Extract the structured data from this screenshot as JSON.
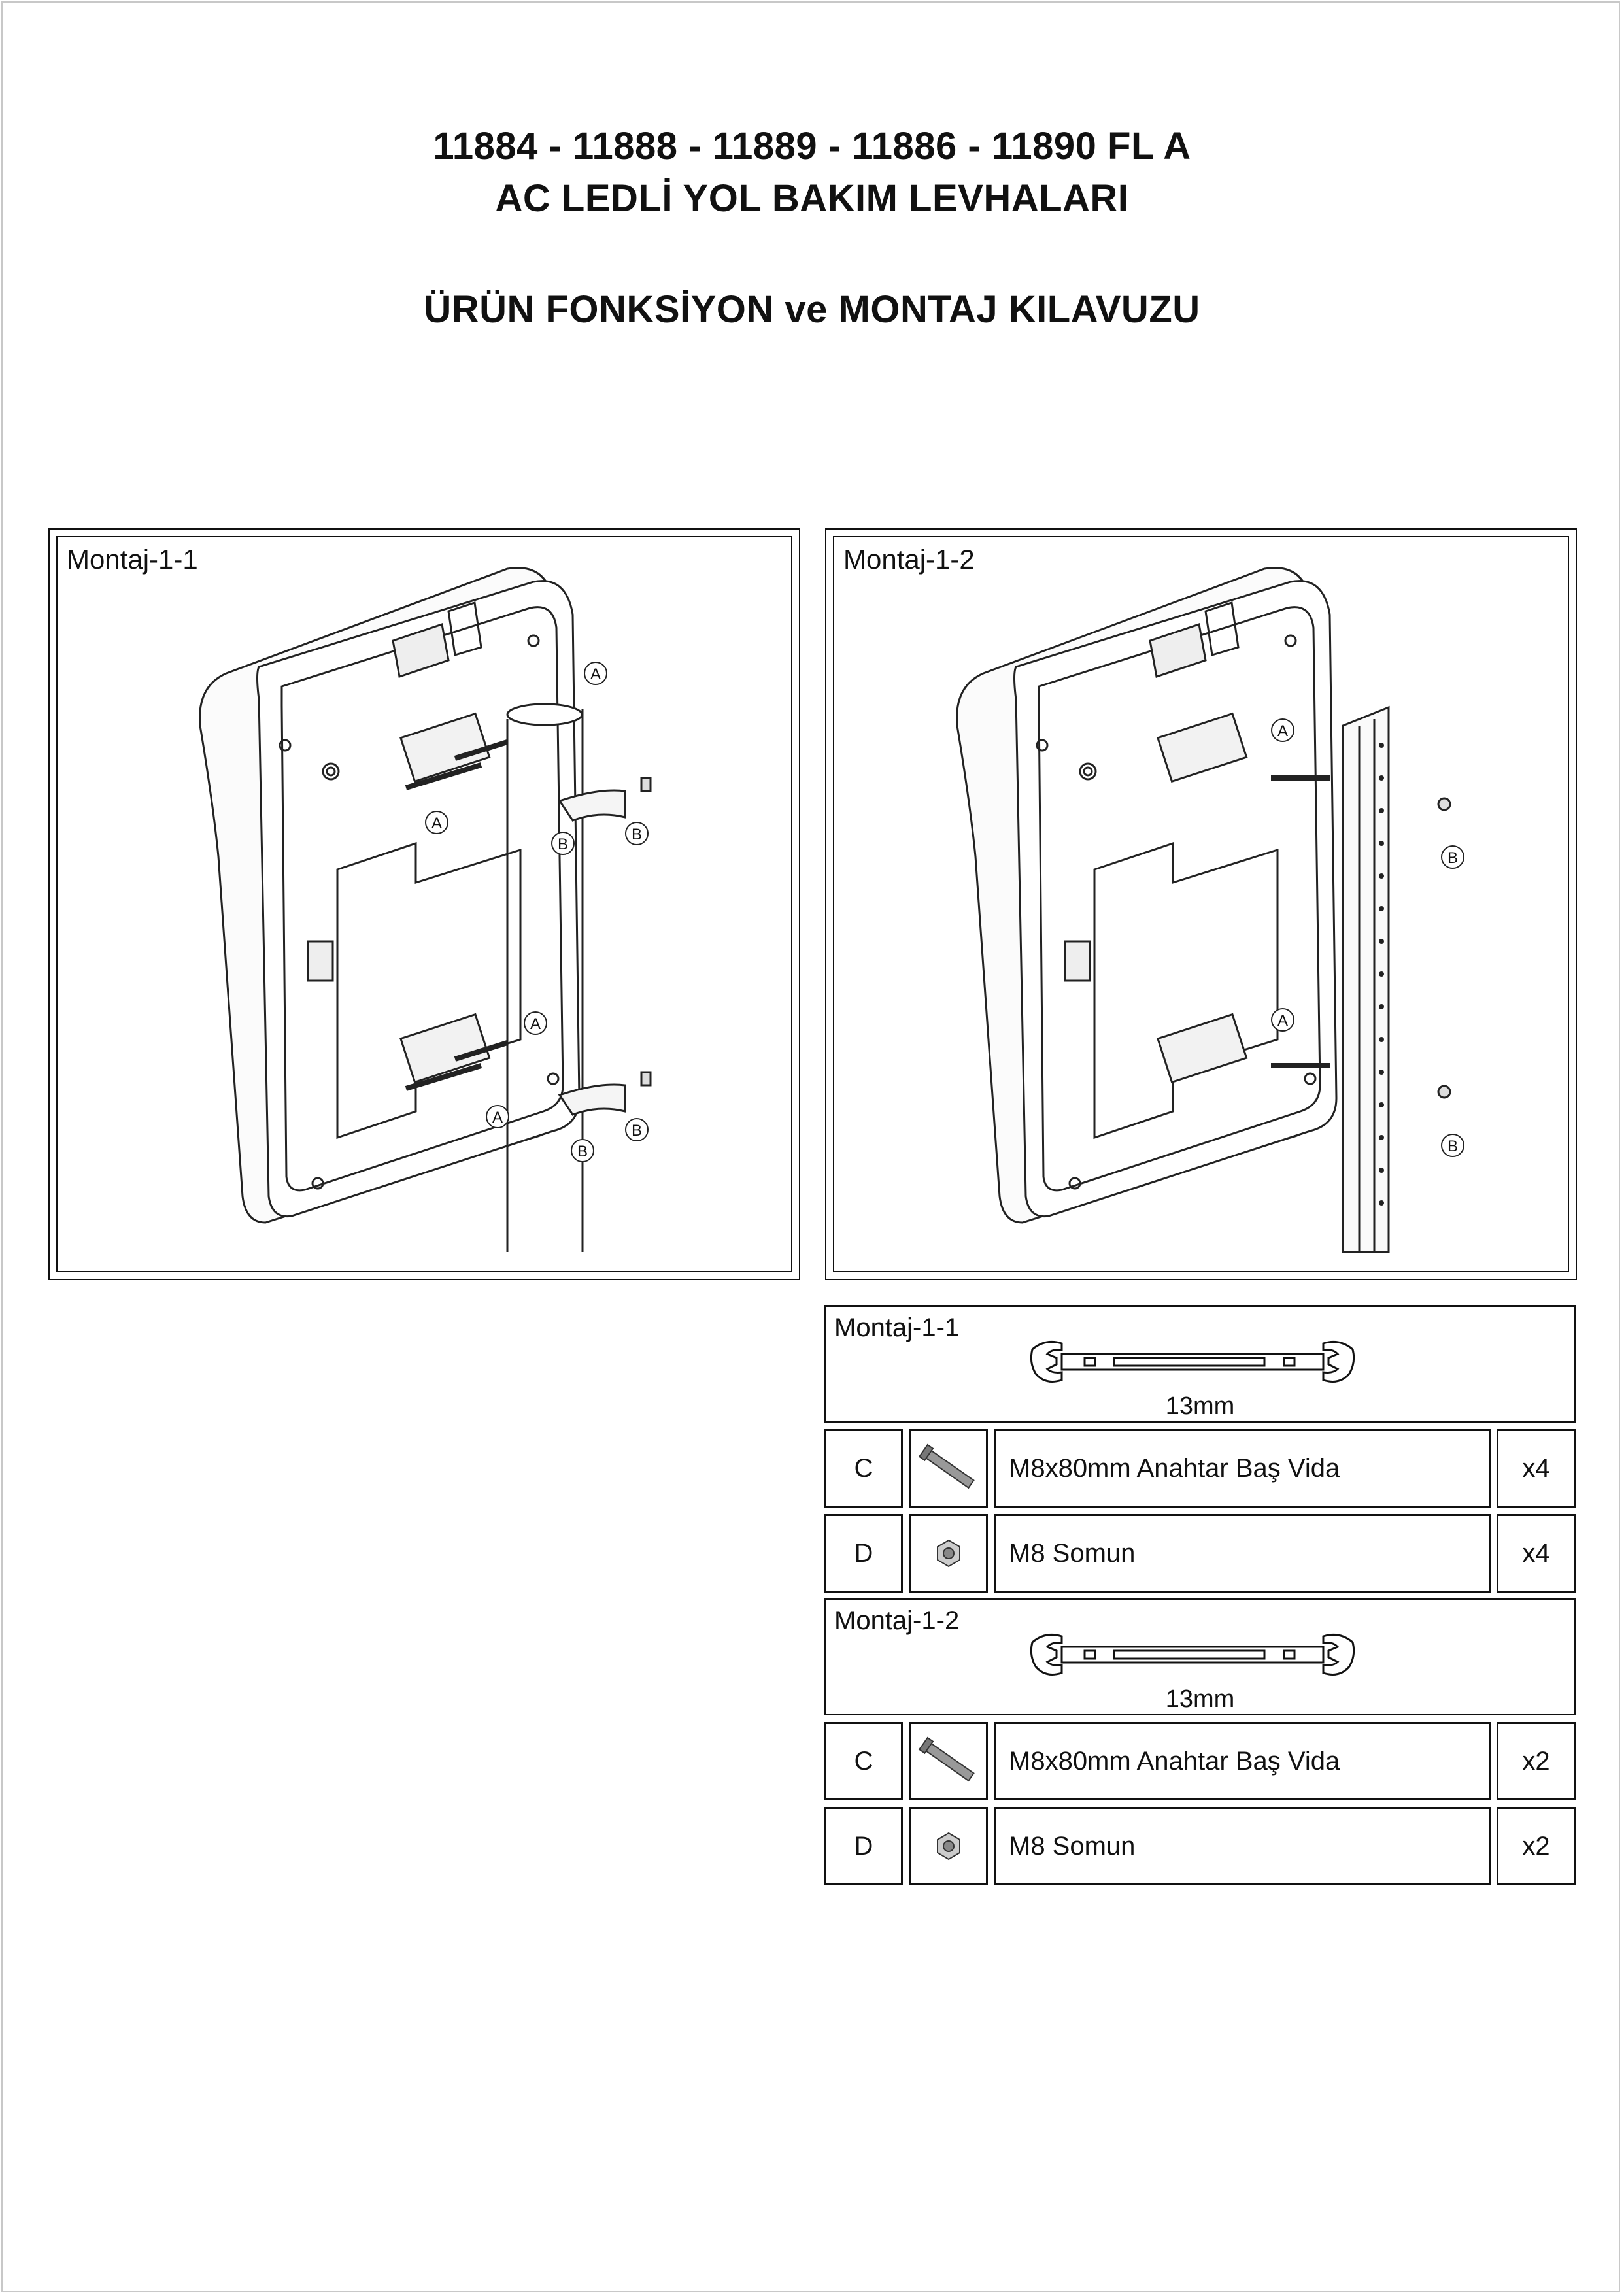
{
  "header": {
    "line1": "11884 - 11888 - 11889 - 11886 - 11890 FL A",
    "line2": "AC LEDLİ YOL BAKIM LEVHALARI",
    "line3": "ÜRÜN FONKSİYON ve MONTAJ KILAVUZU"
  },
  "figures": [
    {
      "label": "Montaj-1-1",
      "callouts": [
        "A",
        "A",
        "A",
        "A",
        "B",
        "B",
        "B",
        "B"
      ]
    },
    {
      "label": "Montaj-1-2",
      "callouts": [
        "A",
        "A",
        "B",
        "B"
      ]
    }
  ],
  "parts_sections": [
    {
      "label": "Montaj-1-1",
      "tool": "13mm",
      "tool_icon": "open-end-wrench-icon",
      "rows": [
        {
          "code": "C",
          "icon": "bolt-icon",
          "description": "M8x80mm Anahtar Baş Vida",
          "qty": "x4"
        },
        {
          "code": "D",
          "icon": "nut-icon",
          "description": "M8 Somun",
          "qty": "x4"
        }
      ]
    },
    {
      "label": "Montaj-1-2",
      "tool": "13mm",
      "tool_icon": "open-end-wrench-icon",
      "rows": [
        {
          "code": "C",
          "icon": "bolt-icon",
          "description": "M8x80mm Anahtar Baş Vida",
          "qty": "x2"
        },
        {
          "code": "D",
          "icon": "nut-icon",
          "description": "M8 Somun",
          "qty": "x2"
        }
      ]
    }
  ]
}
